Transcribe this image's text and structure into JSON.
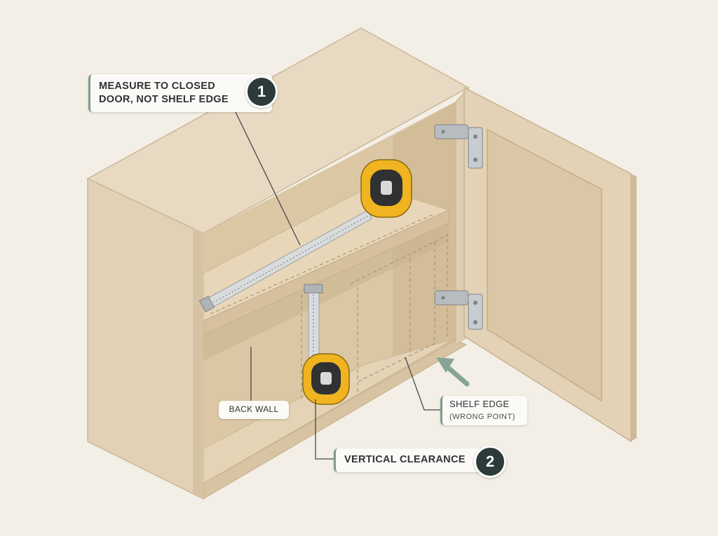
{
  "callouts": {
    "measure": {
      "line1": "MEASURE TO CLOSED",
      "line2": "DOOR, NOT SHELF EDGE",
      "step": "1"
    },
    "back_wall": {
      "label": "BACK WALL"
    },
    "shelf_edge": {
      "label": "SHELF EDGE",
      "sublabel": "(WRONG POINT)"
    },
    "vertical": {
      "label": "VERTICAL CLEARANCE",
      "step": "2"
    }
  },
  "colors": {
    "wood_light": "#e6d6bc",
    "wood_mid": "#dcc8a8",
    "wood_dark": "#cbb594",
    "interior": "#d8c3a2",
    "tape_yellow": "#f0b420",
    "badge": "#2d3a3a",
    "accent": "#7f9d8c"
  }
}
